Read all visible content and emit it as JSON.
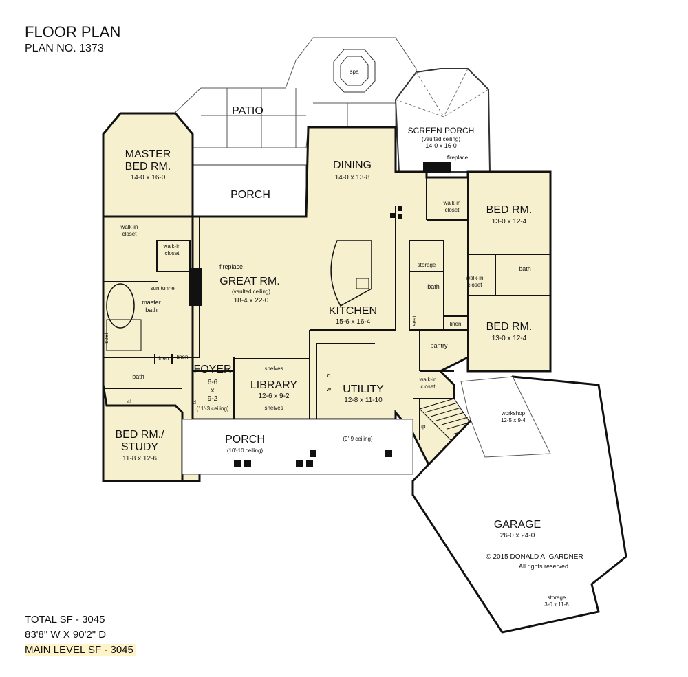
{
  "header": {
    "title": "FLOOR PLAN",
    "plan_no": "PLAN NO. 1373"
  },
  "footer": {
    "total_sf": "TOTAL SF - 3045",
    "dimensions": "83'8\" W X 90'2\" D",
    "main_level": "MAIN LEVEL SF - 3045"
  },
  "colors": {
    "room_fill": "#f7f0cf",
    "exterior_fill": "#ffffff",
    "wall": "#111111",
    "highlight": "#fff3c9"
  },
  "rooms": {
    "patio": "PATIO",
    "spa": "spa",
    "screen_porch": "SCREEN PORCH",
    "screen_porch_note": "(vaulted ceiling)",
    "screen_porch_size": "14-0 x 16-0",
    "fireplace_porch": "fireplace",
    "master_line1": "MASTER",
    "master_line2": "BED RM.",
    "master_size": "14-0 x 16-0",
    "porch_rear": "PORCH",
    "dining": "DINING",
    "dining_size": "14-0 x 13-8",
    "walkin_a1": "walk-in",
    "walkin_a2": "closet",
    "walkin_b1": "walk-in",
    "walkin_b2": "closet",
    "fireplace_great": "fireplace",
    "sun_tunnel": "sun tunnel",
    "great": "GREAT RM.",
    "great_note": "(vaulted ceiling)",
    "great_size": "18-4 x 22-0",
    "master_bath1": "master",
    "master_bath2": "bath",
    "seat_master": "seat",
    "bed_r1": "BED RM.",
    "bed_r1_size": "13-0 x 12-4",
    "walkin_c1": "walk-in",
    "walkin_c2": "closet",
    "storage": "storage",
    "bath_mid": "bath",
    "walkin_d1": "walk-in",
    "walkin_d2": "closet",
    "bath_right": "bath",
    "kitchen": "KITCHEN",
    "kitchen_size": "15-6 x 16-4",
    "seat_bath": "seat",
    "linen_right": "linen",
    "bed_r2": "BED RM.",
    "bed_r2_size": "13-0 x 12-4",
    "pantry": "pantry",
    "linen_l1": "linen",
    "linen_l2": "linen",
    "bath_left": "bath",
    "foyer": "FOYER",
    "foyer_s1": "6-6",
    "foyer_s2": "x",
    "foyer_s3": "9-2",
    "foyer_note": "(11'-3 ceiling)",
    "cl_foyer": "cl",
    "shelves_top": "shelves",
    "library": "LIBRARY",
    "library_size": "12-6 x 9-2",
    "shelves_bot": "shelves",
    "utility": "UTILITY",
    "utility_size": "12-8 x 11-10",
    "d": "d",
    "w": "w",
    "walkin_e1": "walk-in",
    "walkin_e2": "closet",
    "up": "up",
    "cl_bed": "cl",
    "workshop": "workshop",
    "workshop_size": "12-5 x 9-4",
    "study1": "BED RM./",
    "study2": "STUDY",
    "study_size": "11-8 x 12-6",
    "porch_front": "PORCH",
    "porch_front_note": "(10'-10 ceiling)",
    "porch_front_note2": "(9'-9 ceiling)",
    "garage": "GARAGE",
    "garage_size": "26-0 x 24-0",
    "copyright": "© 2015 DONALD A. GARDNER",
    "rights": "All rights reserved",
    "storage_garage": "storage",
    "storage_garage_size": "3-0 x 11-8"
  }
}
